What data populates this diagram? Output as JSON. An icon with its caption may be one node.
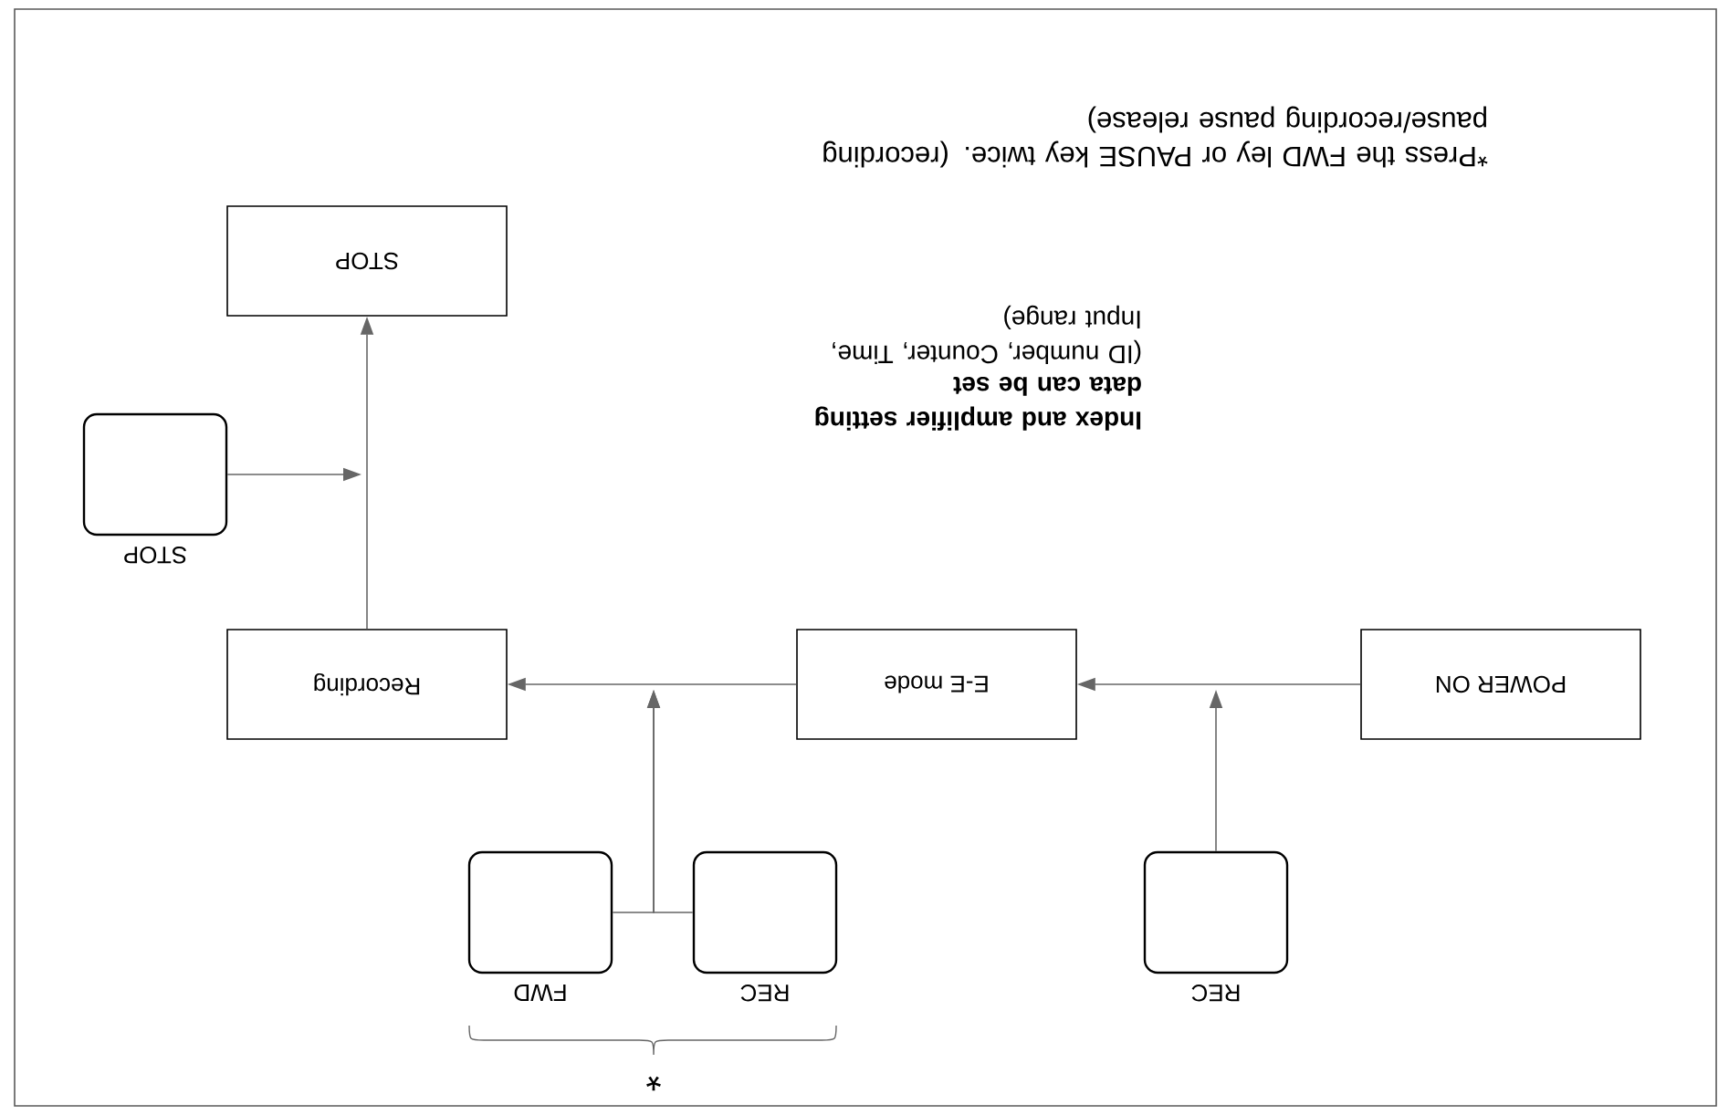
{
  "diagram": {
    "nodes": [
      {
        "text": [
          "POWER ON"
        ]
      },
      {
        "text": [
          "E-E mode"
        ]
      },
      {
        "text": [
          "Recording"
        ]
      },
      {
        "text": [
          "STOP"
        ]
      },
      {
        "text": [],
        "shape": "box",
        "beside": [
          "REC"
        ]
      },
      {
        "text": [],
        "shape": "box",
        "beside": [
          "REC"
        ]
      },
      {
        "text": [],
        "shape": "box",
        "beside": [
          "FWD"
        ]
      },
      {
        "text": [],
        "shape": "box",
        "beside": [
          "STOP"
        ]
      }
    ],
    "edges": [
      {
        "from": 0,
        "to": 1,
        "arrow": "to"
      },
      {
        "from": 1,
        "to": 2,
        "arrow": "to"
      },
      {
        "from": 2,
        "to": 3,
        "arrow": "to"
      },
      {
        "from": 4,
        "to": null,
        "arrow": "to"
      },
      {
        "from": 5,
        "to": null,
        "arrow": "to"
      },
      {
        "from": 6,
        "to": null,
        "arrow": "to"
      },
      {
        "from": 7,
        "to": null,
        "arrow": "to"
      }
    ],
    "labels": [
      "*Press the FWD ley or PAUSE key twice. (recording pause/recording pause release)",
      "Index and amplifier setting data can be set",
      "(ID number, Counter, Time, Input range)",
      "*"
    ]
  }
}
